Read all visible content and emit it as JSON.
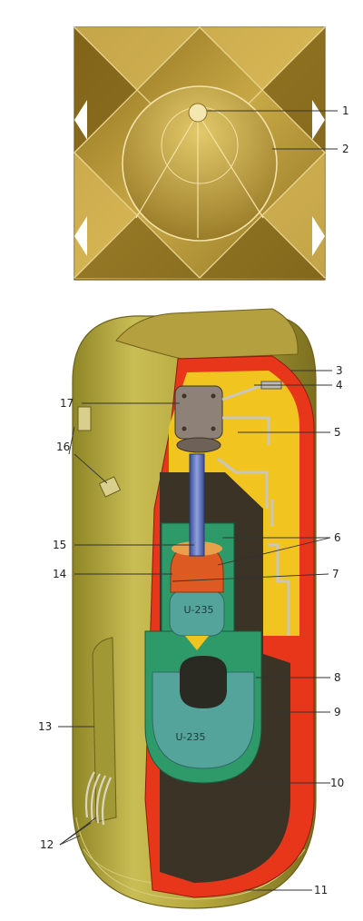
{
  "labels": {
    "l1": "1",
    "l2": "2",
    "l3": "3",
    "l4": "4",
    "l5": "5",
    "l6": "6",
    "l7": "7",
    "l8": "8",
    "l9": "9",
    "l10": "10",
    "l11": "11",
    "l12": "12",
    "l13": "13",
    "l14": "14",
    "l15": "15",
    "l16": "16",
    "l17": "17"
  },
  "inner": {
    "upper": "U-235",
    "lower": "U-235"
  },
  "colors": {
    "casing": "#b3a53a",
    "tail": "#a98d2e",
    "cutaway_red": "#e8361b",
    "cutaway_yellow": "#f1c420",
    "dark_cavity": "#3a3326",
    "tamper_green": "#2e9a6a",
    "uranium_teal": "#55a49c",
    "projectile_orange": "#dd5a22",
    "barrel_blue": "#5a6fb8"
  }
}
